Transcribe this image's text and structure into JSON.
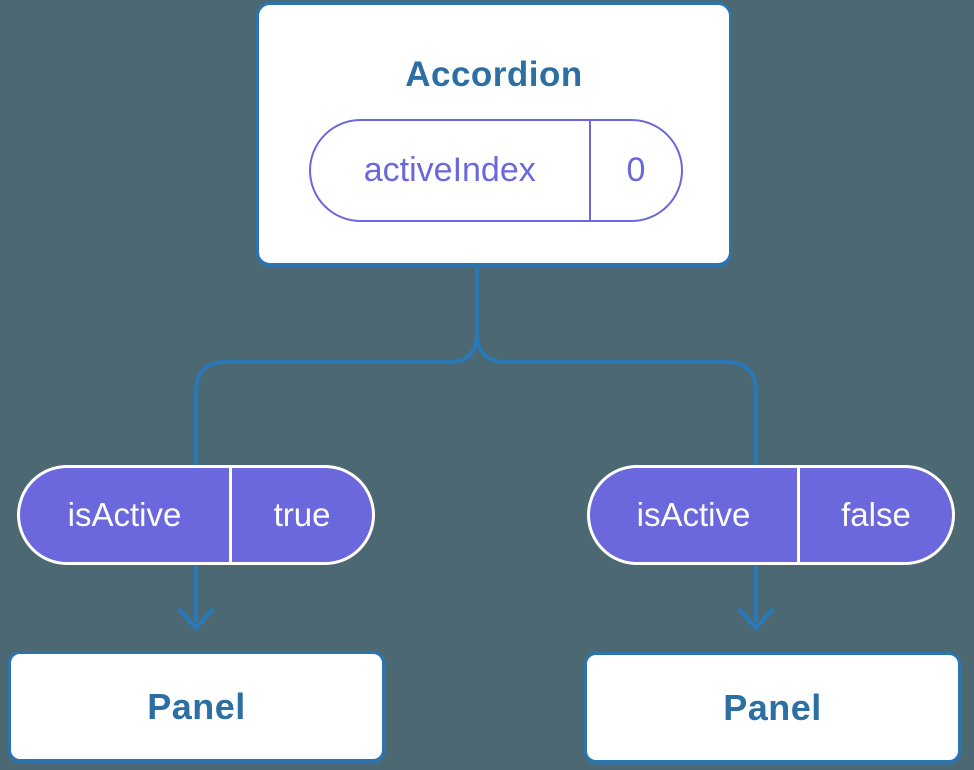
{
  "diagram": {
    "description": "React component tree: Accordion parent holding state, passing isActive prop to two Panel children",
    "root": {
      "title": "Accordion",
      "state": {
        "name": "activeIndex",
        "value": "0"
      }
    },
    "children": [
      {
        "prop": {
          "name": "isActive",
          "value": "true"
        },
        "panel": "Panel"
      },
      {
        "prop": {
          "name": "isActive",
          "value": "false"
        },
        "panel": "Panel"
      }
    ]
  },
  "colors": {
    "bg": "#4C6872",
    "line-blue": "#2A78B5",
    "border-blue": "#2C75AC",
    "text-blue": "#2C6FA3",
    "purple": "#6A68DC",
    "white-text": "#FCFCFF",
    "card-bg": "#FFFFFF"
  }
}
